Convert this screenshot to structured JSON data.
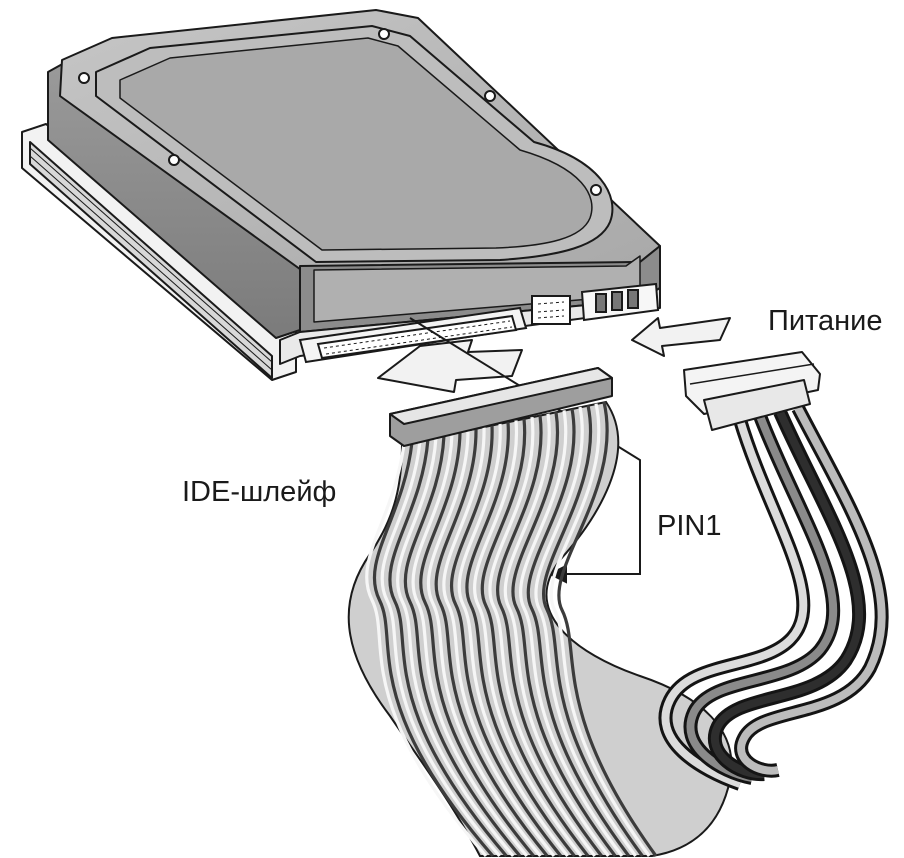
{
  "labels": {
    "power": "Питание",
    "ide_cable": "IDE-шлейф",
    "pin1": "PIN1"
  },
  "colors": {
    "background": "#ffffff",
    "outline": "#1a1a1a",
    "drive_top": "#b9b9b9",
    "drive_side": "#8f8f8f",
    "drive_light": "#e9e9e9",
    "cable_light": "#dcdcdc",
    "cable_dark": "#3c3c3c",
    "wire_black": "#141414",
    "wire_gray": "#8a8a8a"
  },
  "icons": [
    "hard-drive-icon",
    "ide-ribbon-cable-icon",
    "molex-power-connector-icon",
    "insertion-arrow-icon"
  ]
}
